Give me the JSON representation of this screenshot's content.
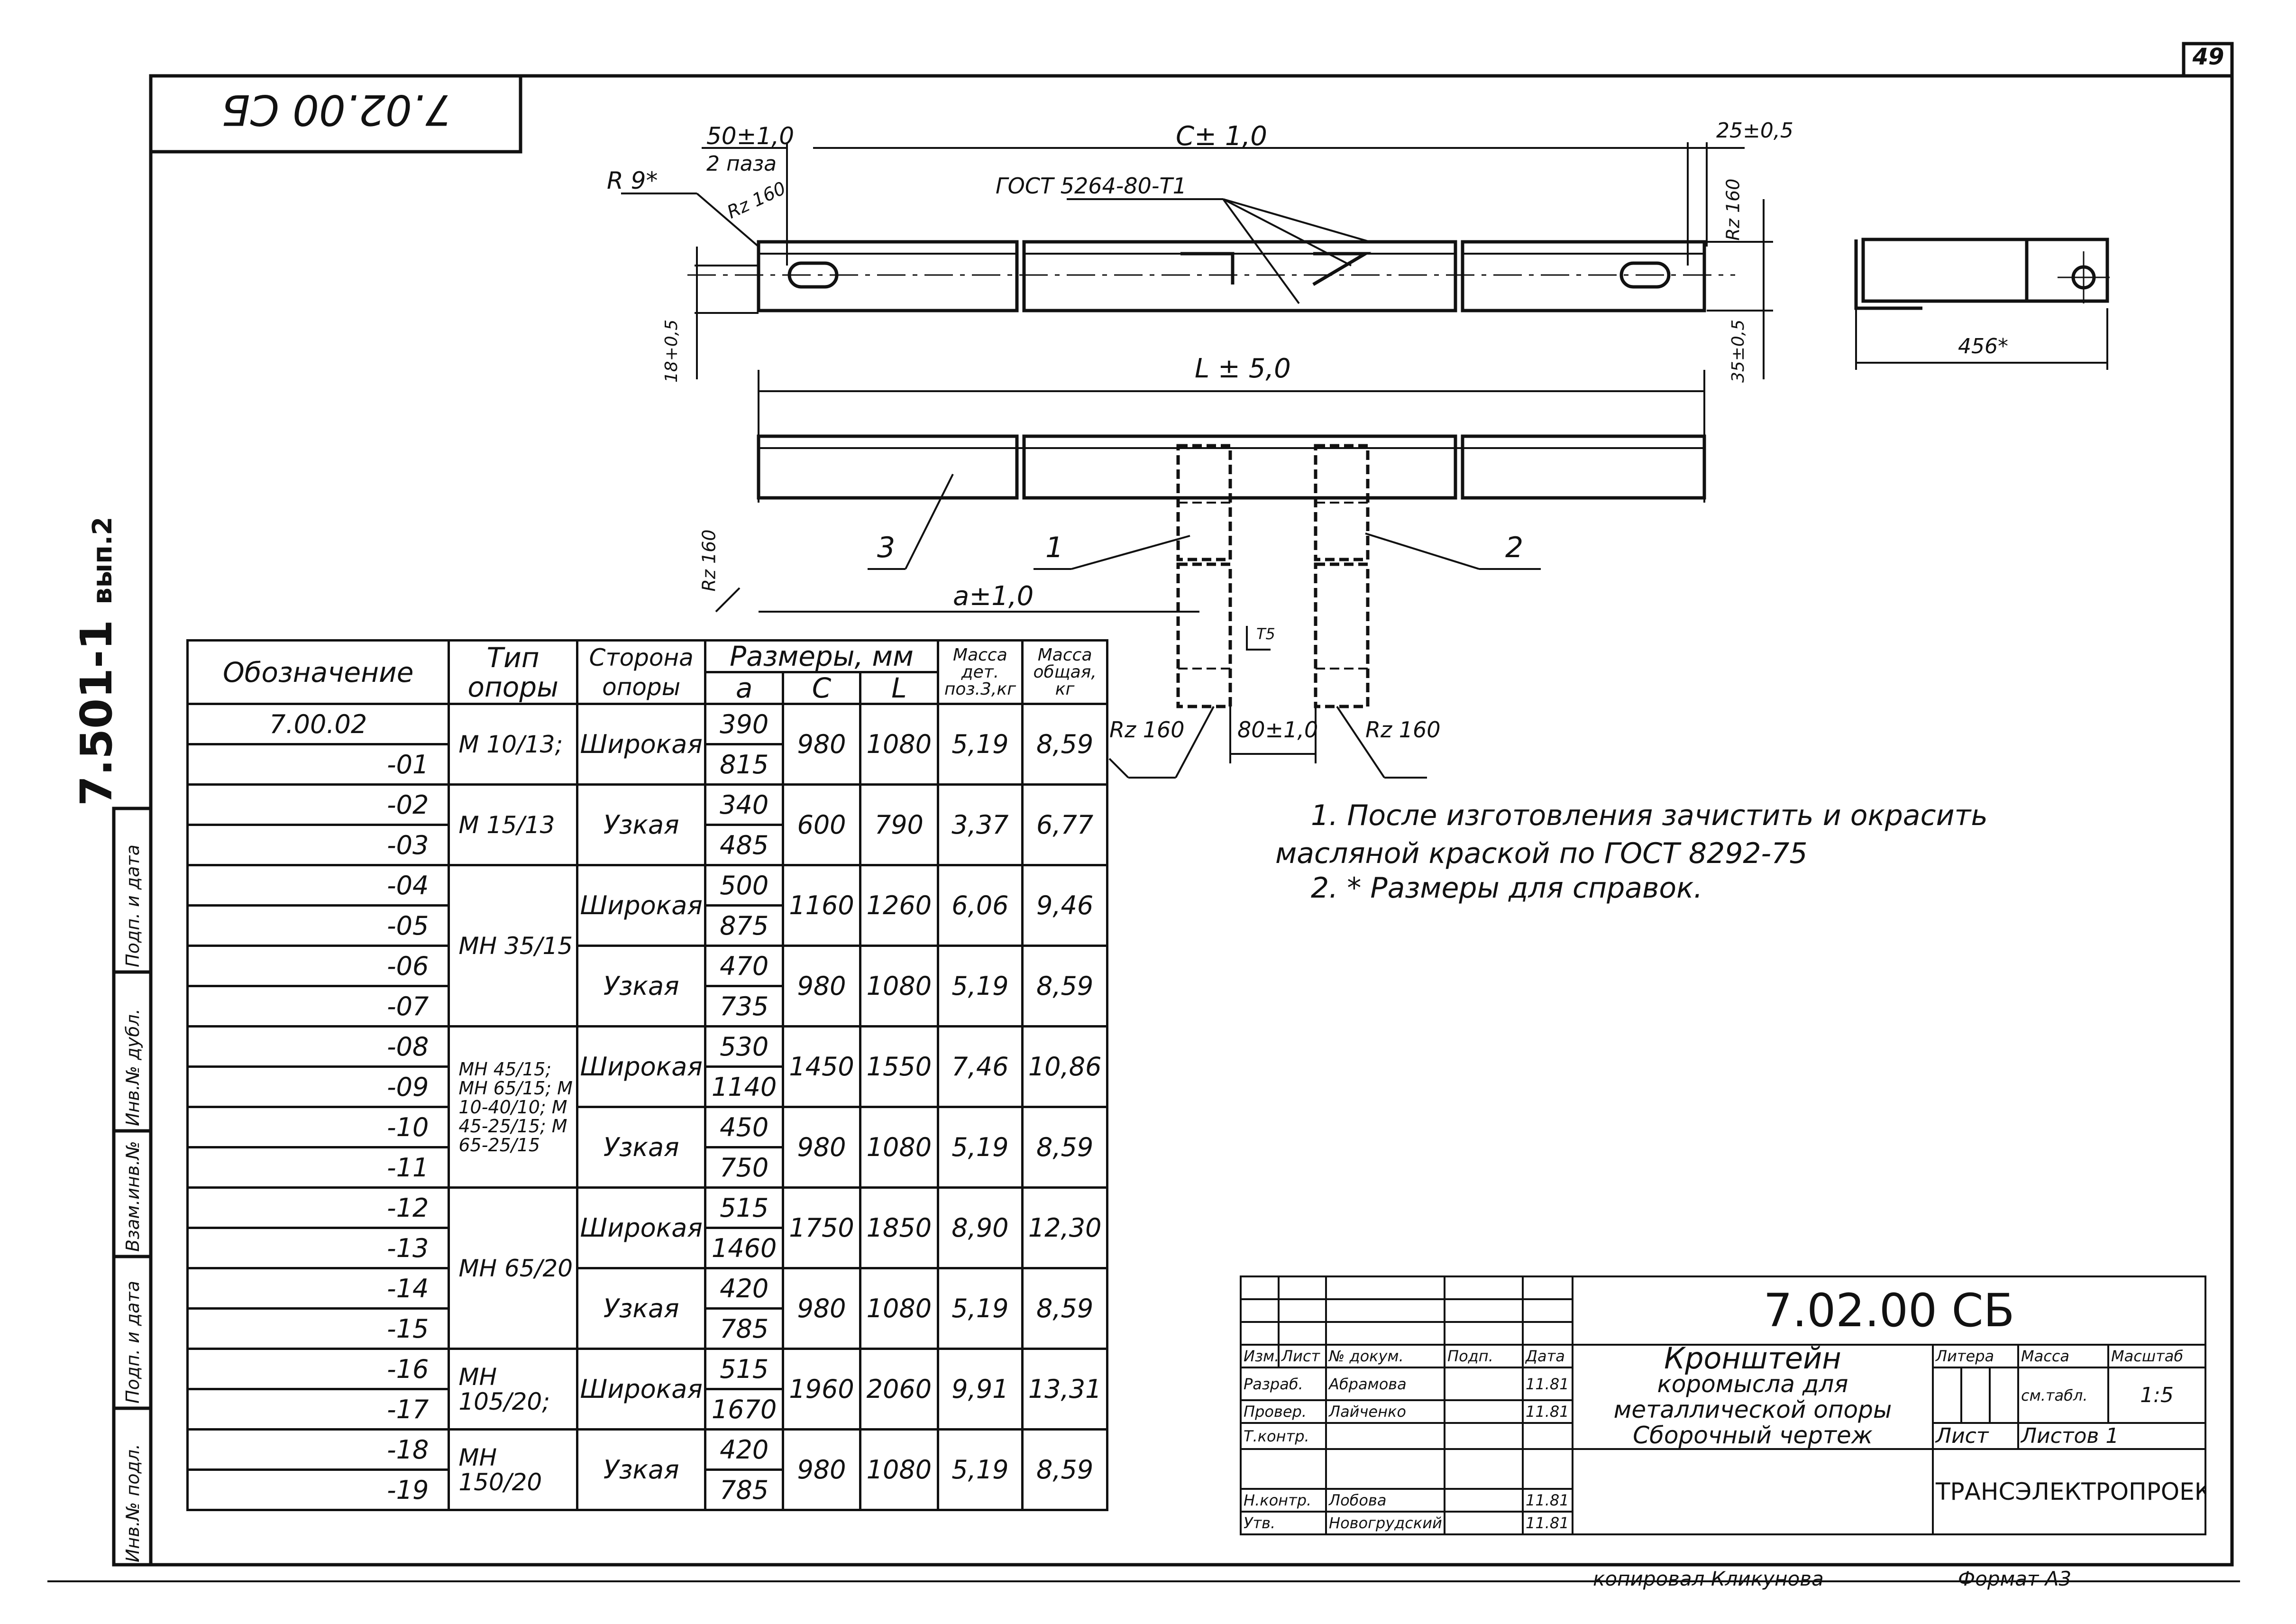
{
  "sheet_number": "49",
  "stamp_code_rotated": "7.02.00 СБ",
  "side_series": "7.501-1",
  "side_issue": "вып.2",
  "side_fields": [
    "Инв.№ подл.",
    "Подп. и дата",
    "Взам.инв.№",
    "Инв.№ дубл.",
    "Подп. и дата"
  ],
  "dimensions": {
    "slot_pitch": "50±1,0",
    "slot_count": "2 паза",
    "c_dim": "С± 1,0",
    "end_offset": "25±0,5",
    "r9": "R 9*",
    "rz160_a": "Rz 160",
    "rz160_b": "Rz 160",
    "rz160_c": "Rz 160",
    "rz160_d": "Rz 160",
    "rz160_e": "Rz 160",
    "gost_angle": "ГОСТ 5264-80-Т1",
    "height_18": "18+0,5",
    "height_35": "35±0,5",
    "l_dim": "L ± 5,0",
    "a_dim": "а±1,0",
    "gap_80": "80±1,0",
    "width_456": "456*",
    "weld_note": "Т5"
  },
  "callouts": {
    "part1": "1",
    "part2": "2",
    "part3": "3"
  },
  "notes": [
    "1. После изготовления зачистить и окрасить",
    "масляной краской по ГОСТ 8292-75",
    "2. * Размеры для справок."
  ],
  "table": {
    "headers": {
      "designation": "Обозначение",
      "type": "Тип опоры",
      "side": "Сторона опоры",
      "sizes": "Размеры, мм",
      "a": "а",
      "c": "С",
      "l": "L",
      "mass_part": "Масса дет. поз.3,кг",
      "mass_total": "Масса общая, кг"
    },
    "groups": [
      {
        "rows": [
          {
            "des": "7.00.02",
            "a": "390"
          },
          {
            "des": "-01",
            "a": "815"
          }
        ],
        "type": "М 10/13;",
        "side": "Широкая",
        "c": "980",
        "l": "1080",
        "mp": "5,19",
        "mt": "8,59",
        "typespan": 2
      },
      {
        "rows": [
          {
            "des": "-02",
            "a": "340"
          },
          {
            "des": "-03",
            "a": "485"
          }
        ],
        "type": "М 15/13",
        "side": "Узкая",
        "c": "600",
        "l": "790",
        "mp": "3,37",
        "mt": "6,77",
        "typespan": 2
      },
      {
        "rows": [
          {
            "des": "-04",
            "a": "500"
          },
          {
            "des": "-05",
            "a": "875"
          }
        ],
        "type": "МН 35/15",
        "side": "Широкая",
        "c": "1160",
        "l": "1260",
        "mp": "6,06",
        "mt": "9,46",
        "typespan": 4
      },
      {
        "rows": [
          {
            "des": "-06",
            "a": "470"
          },
          {
            "des": "-07",
            "a": "735"
          }
        ],
        "type": null,
        "side": "Узкая",
        "c": "980",
        "l": "1080",
        "mp": "5,19",
        "mt": "8,59"
      },
      {
        "rows": [
          {
            "des": "-08",
            "a": "530"
          },
          {
            "des": "-09",
            "a": "1140"
          }
        ],
        "type": "МН 45/15; МН 65/15; М 10-40/10; М 45-25/15; М 65-25/15",
        "side": "Широкая",
        "c": "1450",
        "l": "1550",
        "mp": "7,46",
        "mt": "10,86",
        "typespan": 4
      },
      {
        "rows": [
          {
            "des": "-10",
            "a": "450"
          },
          {
            "des": "-11",
            "a": "750"
          }
        ],
        "type": null,
        "side": "Узкая",
        "c": "980",
        "l": "1080",
        "mp": "5,19",
        "mt": "8,59"
      },
      {
        "rows": [
          {
            "des": "-12",
            "a": "515"
          },
          {
            "des": "-13",
            "a": "1460"
          }
        ],
        "type": "МН 65/20",
        "side": "Широкая",
        "c": "1750",
        "l": "1850",
        "mp": "8,90",
        "mt": "12,30",
        "typespan": 4
      },
      {
        "rows": [
          {
            "des": "-14",
            "a": "420"
          },
          {
            "des": "-15",
            "a": "785"
          }
        ],
        "type": null,
        "side": "Узкая",
        "c": "980",
        "l": "1080",
        "mp": "5,19",
        "mt": "8,59"
      },
      {
        "rows": [
          {
            "des": "-16",
            "a": "515"
          },
          {
            "des": "-17",
            "a": "1670"
          }
        ],
        "type": "МН 105/20;",
        "side": "Широкая",
        "c": "1960",
        "l": "2060",
        "mp": "9,91",
        "mt": "13,31",
        "typespan": 2
      },
      {
        "rows": [
          {
            "des": "-18",
            "a": "420"
          },
          {
            "des": "-19",
            "a": "785"
          }
        ],
        "type": "МН 150/20",
        "side": "Узкая",
        "c": "980",
        "l": "1080",
        "mp": "5,19",
        "mt": "8,59",
        "typespan": 2
      }
    ]
  },
  "title_block": {
    "code": "7.02.00 СБ",
    "title_lines": [
      "Кронштейн",
      "коромысла для",
      "металлической опоры",
      "Сборочный чертеж"
    ],
    "col_headers": [
      "Изм.",
      "Лист",
      "№ докум.",
      "Подп.",
      "Дата"
    ],
    "roles": [
      {
        "role": "Разраб.",
        "name": "Абрамова",
        "date": "11.81"
      },
      {
        "role": "Провер.",
        "name": "Лайченко",
        "date": "11.81"
      },
      {
        "role": "Т.контр.",
        "name": "",
        "date": ""
      },
      {
        "role": "",
        "name": "",
        "date": ""
      },
      {
        "role": "Н.контр.",
        "name": "Лобова",
        "date": "11.81"
      },
      {
        "role": "Утв.",
        "name": "Новогрудский",
        "date": "11.81"
      }
    ],
    "litera": "Литера",
    "mass": "Масса",
    "scale": "Масштаб",
    "mass_value": "см.табл.",
    "scale_value": "1:5",
    "sheet": "Лист",
    "sheets": "Листов 1",
    "org": "ТРАНСЭЛЕКТРОПРОЕКТ"
  },
  "copied_by": "копировал Кликунова",
  "format": "Формат А3"
}
